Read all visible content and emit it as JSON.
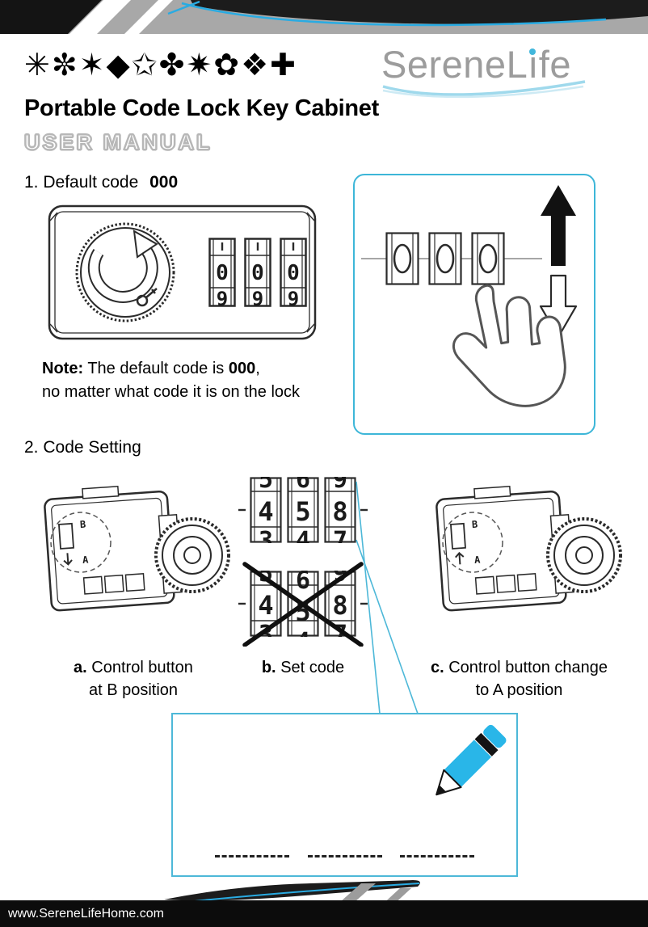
{
  "brand": {
    "part1": "Serene",
    "part2": "L",
    "part3": "ı",
    "part4": "fe"
  },
  "header": {
    "glyphs": "✳✼✶◆✩✤✷✿❖✚",
    "title": "Portable Code Lock Key Cabinet",
    "subtitle": "USER MANUAL"
  },
  "section1": {
    "num": "1.",
    "heading": "Default code",
    "code": "000",
    "note_label": "Note:",
    "note_before": "The default code is ",
    "note_code": "000",
    "note_after": ",",
    "note_line2": "no matter what code it is on the lock"
  },
  "section2": {
    "num": "2.",
    "heading": "Code Setting",
    "captions": {
      "a_label": "a.",
      "a_line1": "Control button",
      "a_line2": "at B position",
      "b_label": "b.",
      "b_line1": "Set code",
      "c_label": "c.",
      "c_line1": "Control button change",
      "c_line2": "to A position"
    }
  },
  "diagrams": {
    "front_lock_wheels": {
      "digits": [
        "0",
        "0",
        "0"
      ],
      "bottom_partials": [
        "9",
        "9",
        "9"
      ]
    },
    "set_code_wheels": {
      "digits": [
        "4",
        "5",
        "8"
      ],
      "top_partials": [
        "5",
        "6",
        "9"
      ],
      "bottom_partials": [
        "3",
        "4",
        "7"
      ]
    },
    "control_letters": {
      "top": "B",
      "bottom": "A"
    }
  },
  "footer": {
    "url": "www.SereneLifeHome.com"
  }
}
